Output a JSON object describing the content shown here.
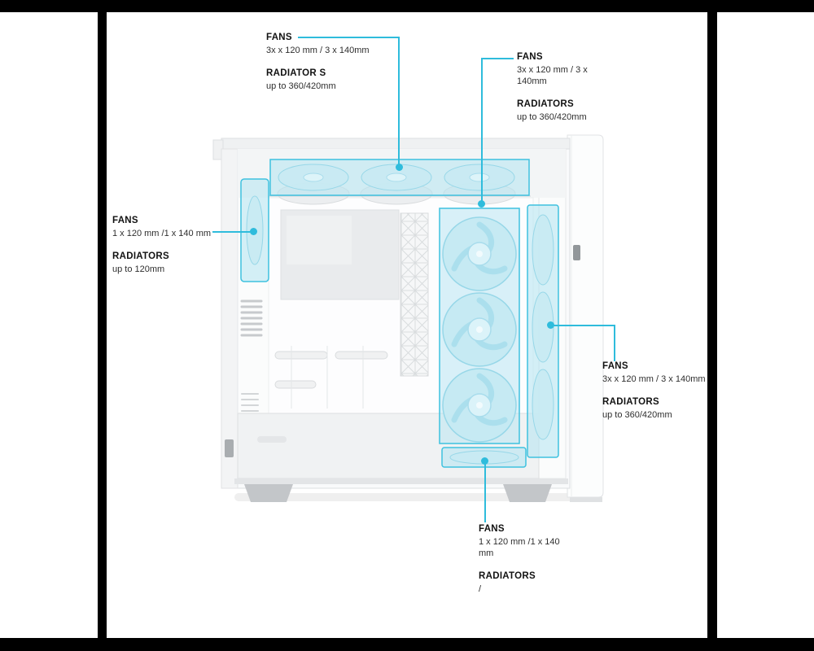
{
  "colors": {
    "accent": "#2fbcdc",
    "frame_bar": "#000000",
    "canvas": "#ffffff",
    "fan_highlight": "#b3e4f1"
  },
  "annotations": {
    "top_left": {
      "fans_label": "FANS",
      "fans_value": "3x x 120 mm / 3 x 140mm",
      "radiators_label": "RADIATOR S",
      "radiators_value": "up to 360/420mm"
    },
    "top_right": {
      "fans_label": "FANS",
      "fans_value": "3x x 120 mm / 3 x 140mm",
      "radiators_label": "RADIATORS",
      "radiators_value": "up to 360/420mm"
    },
    "left": {
      "fans_label": "FANS",
      "fans_value": "1 x 120 mm /1 x 140 mm",
      "radiators_label": "RADIATORS",
      "radiators_value": "up to 120mm"
    },
    "right": {
      "fans_label": "FANS",
      "fans_value": "3x x 120 mm / 3 x 140mm",
      "radiators_label": "RADIATORS",
      "radiators_value": "up to 360/420mm"
    },
    "bottom": {
      "fans_label": "FANS",
      "fans_value": "1 x 120 mm /1 x 140 mm",
      "radiators_label": "RADIATORS",
      "radiators_value": "/"
    }
  }
}
